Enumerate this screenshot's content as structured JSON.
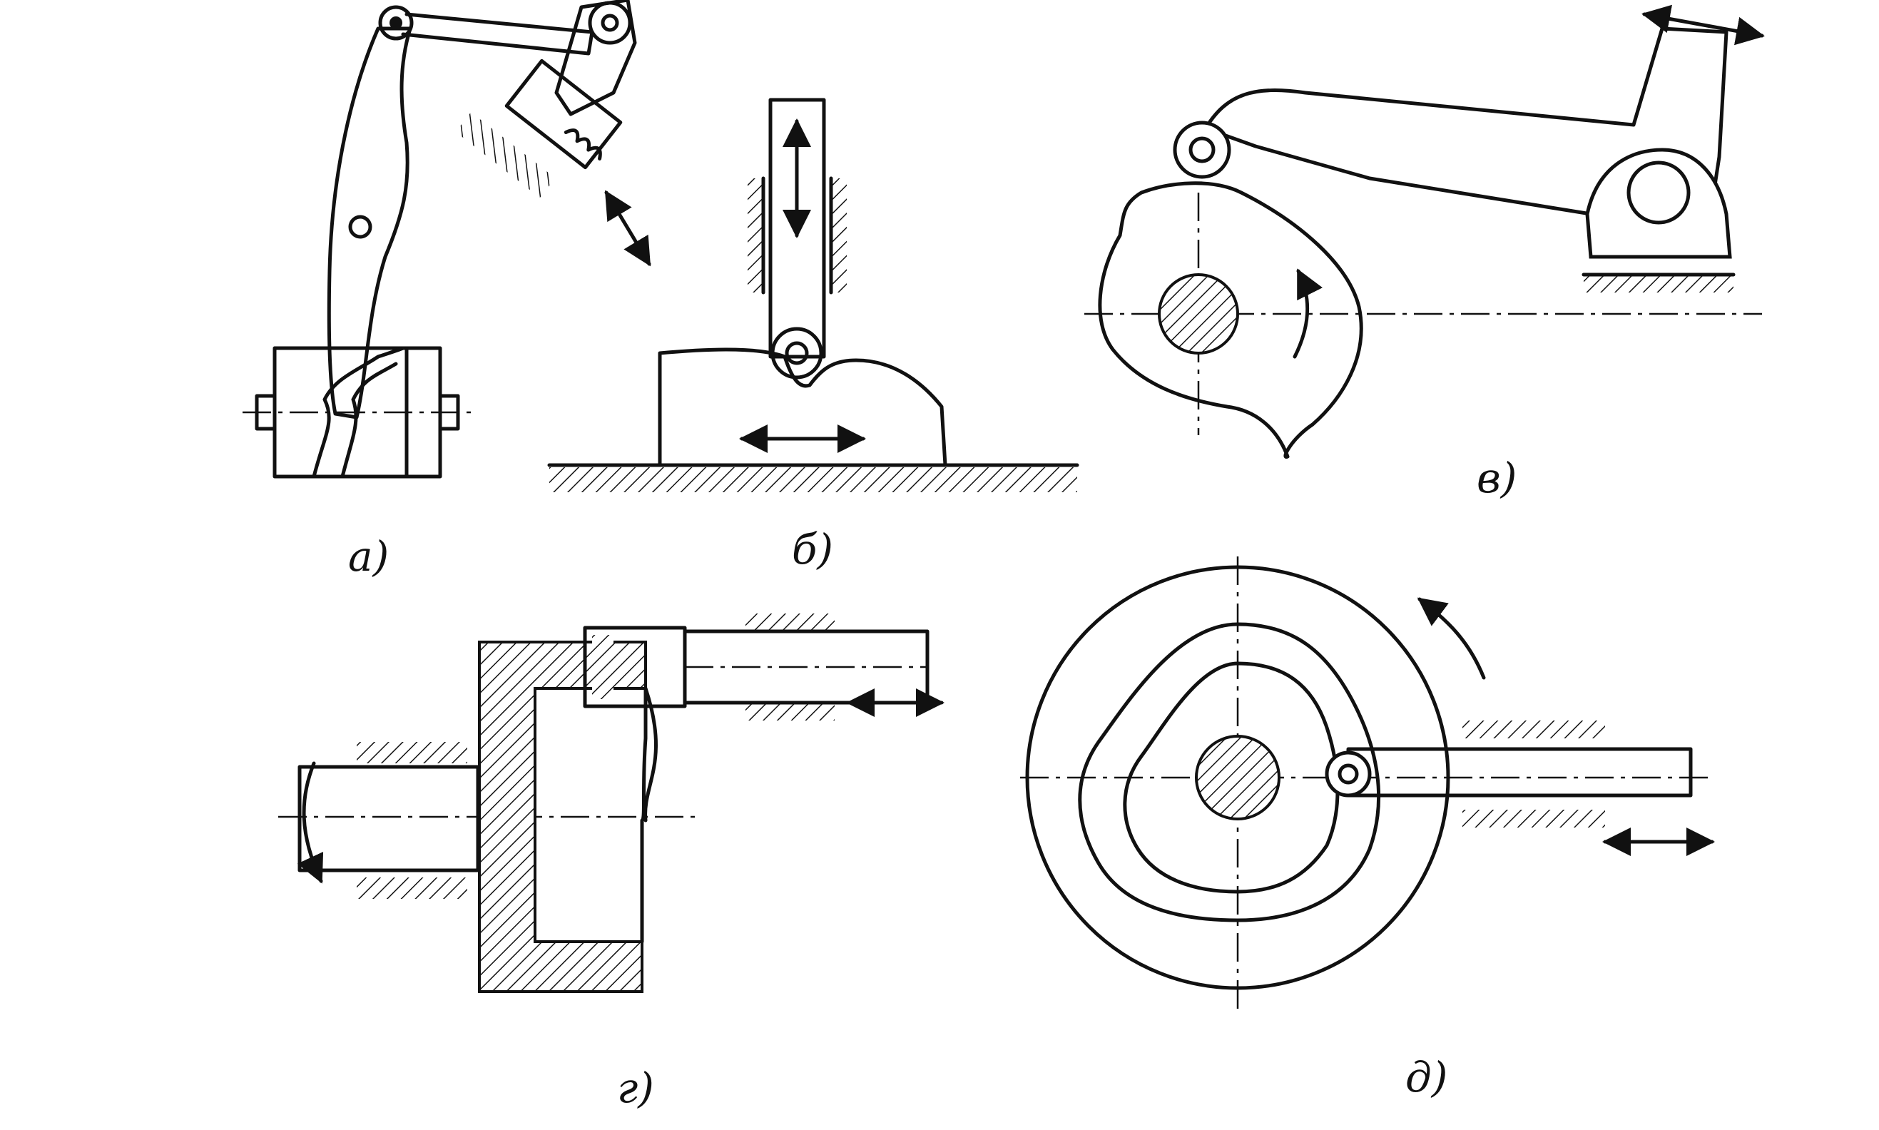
{
  "figure": {
    "panels": [
      {
        "id": "a",
        "caption": "а)"
      },
      {
        "id": "b",
        "caption": "б)"
      },
      {
        "id": "v",
        "caption": "в)"
      },
      {
        "id": "g",
        "caption": "г)"
      },
      {
        "id": "d",
        "caption": "д)"
      }
    ]
  }
}
